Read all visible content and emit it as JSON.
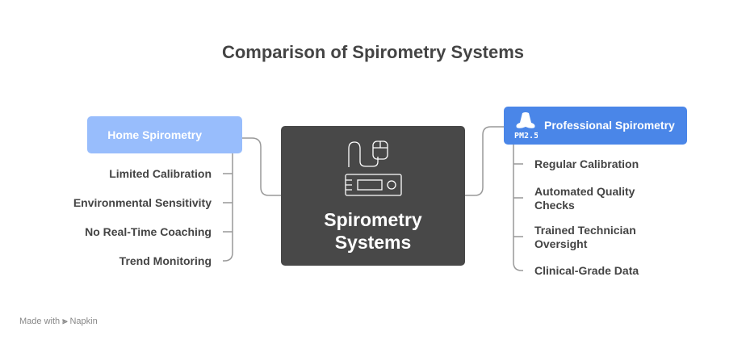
{
  "title": "Comparison of Spirometry Systems",
  "center": {
    "label_line1": "Spirometry",
    "label_line2": "Systems",
    "icon": "spirometer-device-icon"
  },
  "home": {
    "label": "Home Spirometry",
    "icon": "chart-plus-icon",
    "color": "#98BDFC",
    "items": [
      "Limited Calibration",
      "Environmental Sensitivity",
      "No Real-Time Coaching",
      "Trend Monitoring"
    ]
  },
  "professional": {
    "label": "Professional Spirometry",
    "icon": "nose-pm25-icon",
    "icon_text": "PM2.5",
    "color": "#4A86E8",
    "items": [
      "Regular Calibration",
      "Automated Quality Checks",
      "Trained Technician Oversight",
      "Clinical-Grade Data"
    ]
  },
  "footer": {
    "made_with": "Made with",
    "brand": "Napkin"
  }
}
